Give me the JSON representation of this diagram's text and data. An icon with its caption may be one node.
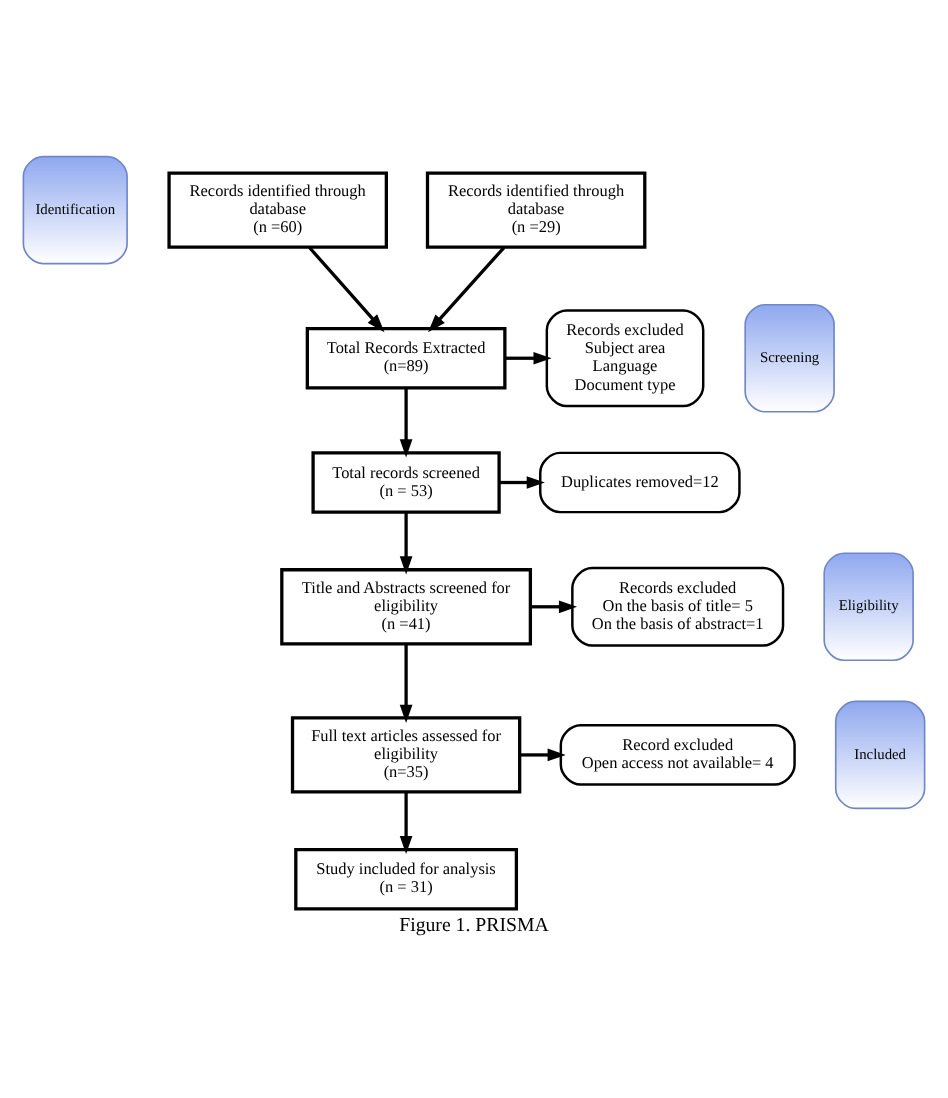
{
  "diagram": {
    "caption": "Figure 1. PRISMA",
    "nodes": [
      {
        "text": [
          "Identification"
        ]
      },
      {
        "text": [
          "Screening"
        ]
      },
      {
        "text": [
          "Eligibility"
        ]
      },
      {
        "text": [
          "Included"
        ]
      },
      {
        "text": [
          "Records identified through database",
          "(n =60)"
        ]
      },
      {
        "text": [
          "Records identified through database",
          "(n =29)"
        ]
      },
      {
        "text": [
          "Total Records Extracted",
          "(n=89)"
        ]
      },
      {
        "text": [
          "Records excluded",
          "Subject area",
          "Language",
          "Document type"
        ]
      },
      {
        "text": [
          "Total records screened",
          "(n = 53)"
        ]
      },
      {
        "text": [
          "Duplicates removed=12"
        ]
      },
      {
        "text": [
          "Title and Abstracts screened for eligibility",
          "(n =41)"
        ]
      },
      {
        "text": [
          "Records excluded",
          "On the basis of title= 5",
          "On the basis of abstract=1"
        ]
      },
      {
        "text": [
          "Full text articles assessed for eligibility",
          "(n=35)"
        ]
      },
      {
        "text": [
          "Record excluded",
          "Open access not available= 4"
        ]
      },
      {
        "text": [
          "Study included for analysis",
          "(n = 31)"
        ]
      }
    ],
    "edges": [
      {
        "from": 4,
        "to": 6,
        "arrow": "to"
      },
      {
        "from": 5,
        "to": 6,
        "arrow": "to"
      },
      {
        "from": 6,
        "to": 7,
        "arrow": "to"
      },
      {
        "from": 6,
        "to": 8,
        "arrow": "to"
      },
      {
        "from": 8,
        "to": 9,
        "arrow": "to"
      },
      {
        "from": 8,
        "to": 10,
        "arrow": "to"
      },
      {
        "from": 10,
        "to": 11,
        "arrow": "to"
      },
      {
        "from": 10,
        "to": 12,
        "arrow": "to"
      },
      {
        "from": 12,
        "to": 13,
        "arrow": "to"
      },
      {
        "from": 12,
        "to": 14,
        "arrow": "to"
      }
    ]
  }
}
